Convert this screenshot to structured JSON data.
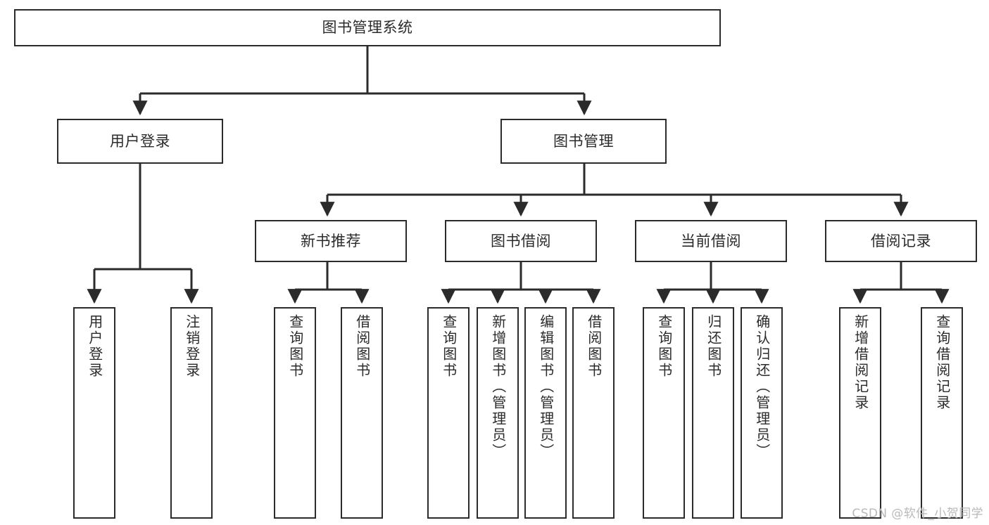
{
  "diagram": {
    "type": "tree",
    "title": "图书管理系统",
    "root": {
      "id": "root",
      "label": "图书管理系统",
      "orientation": "horizontal"
    },
    "level2": [
      {
        "id": "user-login",
        "label": "用户登录",
        "orientation": "horizontal"
      },
      {
        "id": "book-manage",
        "label": "图书管理",
        "orientation": "horizontal"
      }
    ],
    "level3": [
      {
        "id": "new-book-recommend",
        "label": "新书推荐",
        "orientation": "horizontal",
        "parent": "book-manage"
      },
      {
        "id": "book-borrow",
        "label": "图书借阅",
        "orientation": "horizontal",
        "parent": "book-manage"
      },
      {
        "id": "current-borrow",
        "label": "当前借阅",
        "orientation": "horizontal",
        "parent": "book-manage"
      },
      {
        "id": "borrow-record",
        "label": "借阅记录",
        "orientation": "horizontal",
        "parent": "book-manage"
      }
    ],
    "leaves": [
      {
        "id": "leaf-user-login",
        "label": "用户登录",
        "orientation": "vertical",
        "parent": "user-login"
      },
      {
        "id": "leaf-logout",
        "label": "注销登录",
        "orientation": "vertical",
        "parent": "user-login"
      },
      {
        "id": "leaf-query-book-1",
        "label": "查询图书",
        "orientation": "vertical",
        "parent": "new-book-recommend"
      },
      {
        "id": "leaf-borrow-book-1",
        "label": "借阅图书",
        "orientation": "vertical",
        "parent": "new-book-recommend"
      },
      {
        "id": "leaf-query-book-2",
        "label": "查询图书",
        "orientation": "vertical",
        "parent": "book-borrow"
      },
      {
        "id": "leaf-add-book",
        "label": "新增图书（管理员）",
        "orientation": "vertical",
        "parent": "book-borrow"
      },
      {
        "id": "leaf-edit-book",
        "label": "编辑图书（管理员）",
        "orientation": "vertical",
        "parent": "book-borrow"
      },
      {
        "id": "leaf-borrow-book-2",
        "label": "借阅图书",
        "orientation": "vertical",
        "parent": "book-borrow"
      },
      {
        "id": "leaf-query-book-3",
        "label": "查询图书",
        "orientation": "vertical",
        "parent": "current-borrow"
      },
      {
        "id": "leaf-return-book",
        "label": "归还图书",
        "orientation": "vertical",
        "parent": "current-borrow"
      },
      {
        "id": "leaf-confirm-return",
        "label": "确认归还（管理员）",
        "orientation": "vertical",
        "parent": "current-borrow"
      },
      {
        "id": "leaf-add-record",
        "label": "新增借阅记录",
        "orientation": "vertical",
        "parent": "borrow-record"
      },
      {
        "id": "leaf-query-record",
        "label": "查询借阅记录",
        "orientation": "vertical",
        "parent": "borrow-record"
      }
    ]
  },
  "watermark": {
    "text": "CSDN @软件_小贺同学"
  },
  "colors": {
    "stroke": "#2b2b2b",
    "fill": "#ffffff",
    "text": "#2b2b2b",
    "watermark": "#b9b9b9"
  }
}
